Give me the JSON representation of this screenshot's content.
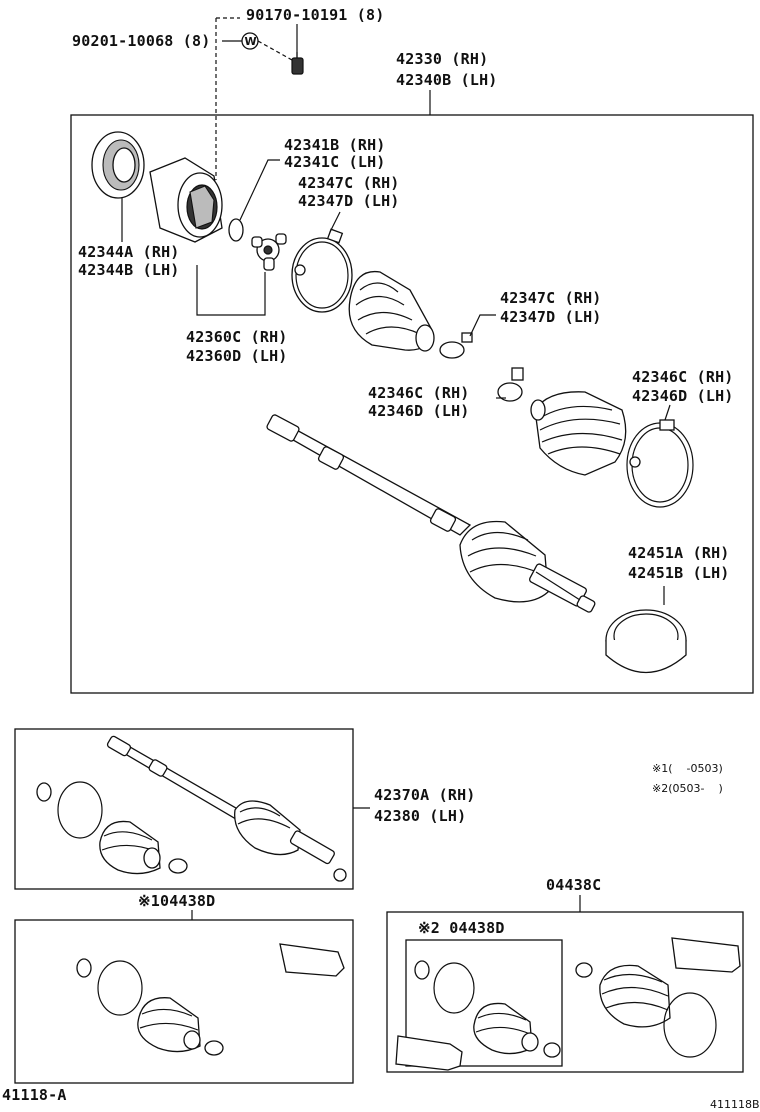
{
  "labels": {
    "bolt": "90170-10191 (8)",
    "washer": "90201-10068 (8)",
    "washer_symbol": "W",
    "shaft_assy_rh": "42330 (RH)",
    "shaft_assy_lh": "42340B (LH)",
    "snap_ring_rh": "42341B (RH)",
    "snap_ring_lh": "42341C (LH)",
    "clamp_a_rh": "42347C (RH)",
    "clamp_a_lh": "42347D (LH)",
    "outboard_joint_rh": "42344A (RH)",
    "outboard_joint_lh": "42344B (LH)",
    "tripod_rh": "42360C (RH)",
    "tripod_lh": "42360D (LH)",
    "clamp_b_rh": "42347C (RH)",
    "clamp_b_lh": "42347D (LH)",
    "clamp_c_rh": "42346C (RH)",
    "clamp_c_lh": "42346D (LH)",
    "clamp_d_rh": "42346C (RH)",
    "clamp_d_lh": "42346D (LH)",
    "dust_cover_rh": "42451A (RH)",
    "dust_cover_lh": "42451B (LH)",
    "second_shaft_rh": "42370A (RH)",
    "second_shaft_lh": "42380 (LH)",
    "note1": "※1(    -0503)",
    "note2": "※2(0503-    )",
    "kit_c": "04438C",
    "kit_d_left": "※104438D",
    "kit_d_inner": "※2 04438D",
    "footer_left": "41118-A",
    "footer_right": "411118B"
  }
}
